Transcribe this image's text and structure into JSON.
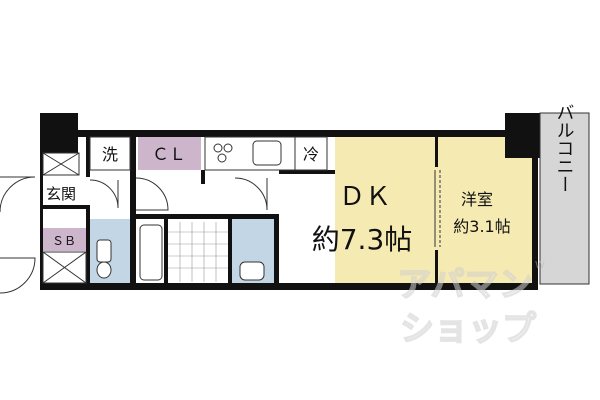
{
  "rooms": {
    "washer": "洗",
    "closet": "ＣＬ",
    "fridge": "冷",
    "dk_name": "ＤＫ",
    "dk_size": "約7.3帖",
    "western_name": "洋室",
    "western_size": "約3.1帖",
    "balcony": "バルコニー",
    "entrance": "玄関",
    "shoe_box": "ＳＢ"
  },
  "watermark": {
    "line1": "アパマン",
    "line2": "ショップ",
    "tm": "W"
  },
  "colors": {
    "wall": "#111111",
    "dk_floor": "#f5eab2",
    "closet": "#cdb6cc",
    "wet_area": "#c3d6e6",
    "balcony": "#d6d6d6",
    "hall": "#ffffff"
  }
}
